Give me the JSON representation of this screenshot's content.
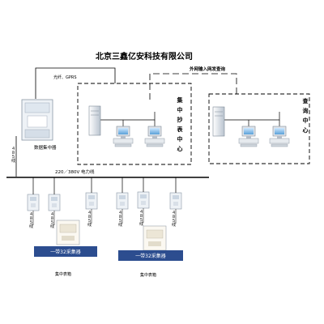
{
  "header": {
    "company": "北京三鑫亿安科技有限公司"
  },
  "links": {
    "gprs": "光纤、GPRS",
    "external": "外网输入网发查询",
    "powerline": "220／380V 电力线"
  },
  "devices": {
    "concentrator_label": "数据集中器",
    "meter_side_label": "４８５线"
  },
  "centers": {
    "left_name": "集中抄表中心",
    "right_name": "查询中心"
  },
  "collector_banner": "一带32采集器",
  "meter_box_label": "集中表箱",
  "colors": {
    "line": "#000000",
    "dash": "#222222",
    "banner": "#2c4d8f",
    "device_face": "#e8eef4",
    "device_edge": "#9aa7b5"
  }
}
